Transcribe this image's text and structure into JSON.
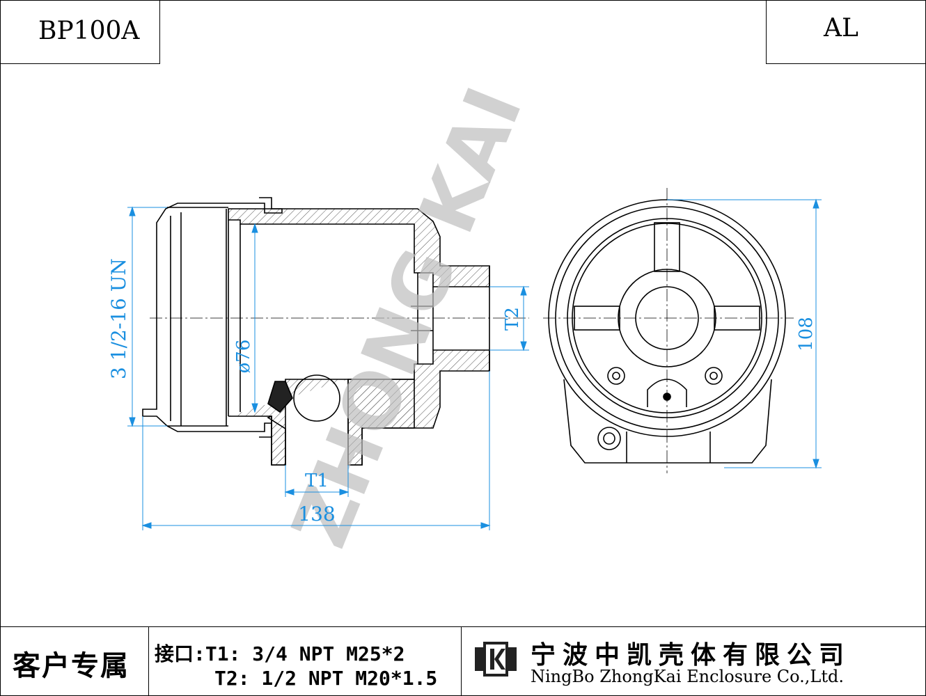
{
  "header": {
    "model": "BP100A",
    "material": "AL"
  },
  "dimensions": {
    "thread": "3 1/2-16 UN",
    "bore": "ø76",
    "t2": "T2",
    "t1": "T1",
    "length": "138",
    "height": "108"
  },
  "watermark": "ZHONG KAI",
  "footer": {
    "customer": "客户专属",
    "ports_line1": "接口:T1: 3/4 NPT M25*2",
    "ports_line2": "T2: 1/2 NPT M20*1.5",
    "company_cn": "宁波中凯壳体有限公司",
    "company_en": "NingBo ZhongKai Enclosure Co.,Ltd."
  },
  "colors": {
    "dimension": "#1a8fe0",
    "line": "#000000",
    "watermark": "#bdbdbd"
  }
}
